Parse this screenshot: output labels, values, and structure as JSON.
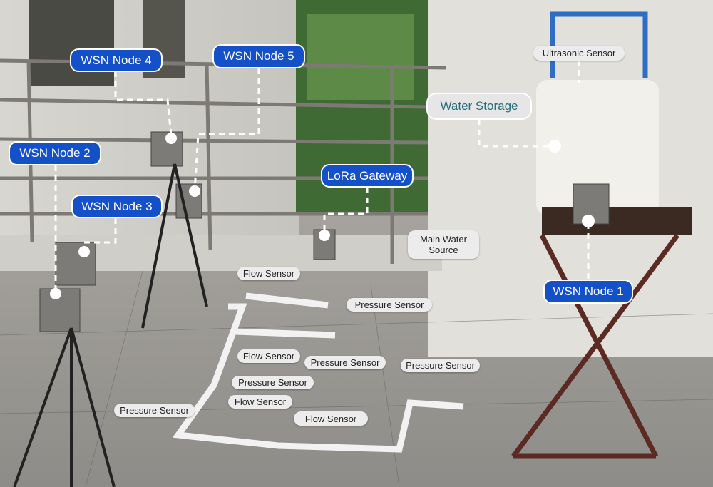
{
  "labels": {
    "wsn_node_1": "WSN Node 1",
    "wsn_node_2": "WSN Node 2",
    "wsn_node_3": "WSN Node 3",
    "wsn_node_4": "WSN Node 4",
    "wsn_node_5": "WSN Node 5",
    "lora_gateway": "LoRa Gateway",
    "water_storage": "Water Storage",
    "ultrasonic_sensor": "Ultrasonic Sensor",
    "main_water_source_line1": "Main Water",
    "main_water_source_line2": "Source",
    "flow_sensor_1": "Flow Sensor",
    "flow_sensor_2": "Flow Sensor",
    "flow_sensor_3": "Flow Sensor",
    "flow_sensor_4": "Flow Sensor",
    "pressure_sensor_1": "Pressure Sensor",
    "pressure_sensor_2": "Pressure Sensor",
    "pressure_sensor_3": "Pressure Sensor",
    "pressure_sensor_4": "Pressure Sensor",
    "pressure_sensor_5": "Pressure Sensor"
  },
  "colors": {
    "node_label": "#1450c8",
    "storage_text": "#2a6e78"
  }
}
